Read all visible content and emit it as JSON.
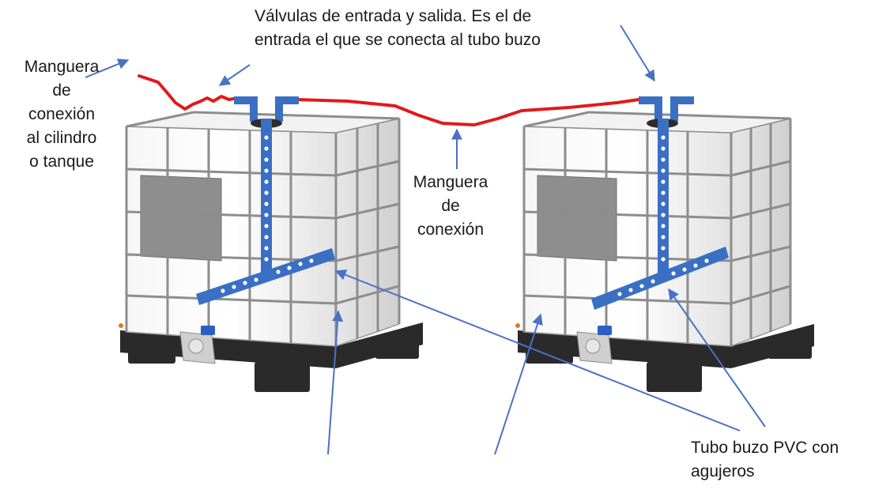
{
  "labels": {
    "valves": {
      "line1": "Válvulas de entrada y salida. Es el de",
      "line2": "entrada el que se conecta al tubo buzo"
    },
    "hose_to_cylinder": {
      "line1": "Manguera",
      "line2": "de",
      "line3": "conexión",
      "line4": "al cilindro",
      "line5": "o tanque"
    },
    "connection_hose": {
      "line1": "Manguera",
      "line2": "de",
      "line3": "conexión"
    },
    "dip_tube": {
      "line1": "Tubo buzo PVC con",
      "line2": "agujeros"
    }
  },
  "colors": {
    "hose": "#e11a1a",
    "pipe": "#3a6fc4",
    "arrow": "#4a72c4",
    "tank_fill": "#ececec",
    "cage": "#8d8d8d",
    "pallet": "#2a2a2a"
  }
}
